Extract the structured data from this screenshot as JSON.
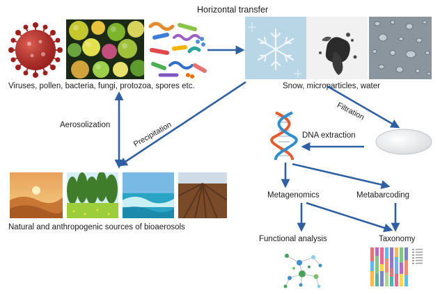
{
  "title": "Horizontal transfer",
  "labels": {
    "sources_top": "Viruses, pollen, bacteria, fungi, protozoa, spores etc.",
    "environment": "Snow, microparticles, water",
    "natural_sources": "Natural and anthropogenic sources of bioaerosols",
    "aerosolization": "Aerosolization",
    "precipitation": "Precipitation",
    "filtration": "Filtration",
    "dna_extraction": "DNA extraction",
    "metagenomics": "Metagenomics",
    "metabarcoding": "Metabarcoding",
    "functional_analysis": "Functional analysis",
    "taxonomy": "Taxonomy"
  },
  "colors": {
    "arrow": "#2f5fa3",
    "virus": "#c7312c",
    "sky": "#b9d6e6"
  },
  "images": [
    "virus-icon",
    "pollen-icon",
    "bacteria-icon",
    "snowflake-icon",
    "microparticle-icon",
    "water-drops-icon",
    "filter-disc-icon",
    "dna-helix-icon",
    "desert-icon",
    "forest-icon",
    "sea-icon",
    "field-icon",
    "network-graph-icon",
    "bar-chart-icon"
  ]
}
